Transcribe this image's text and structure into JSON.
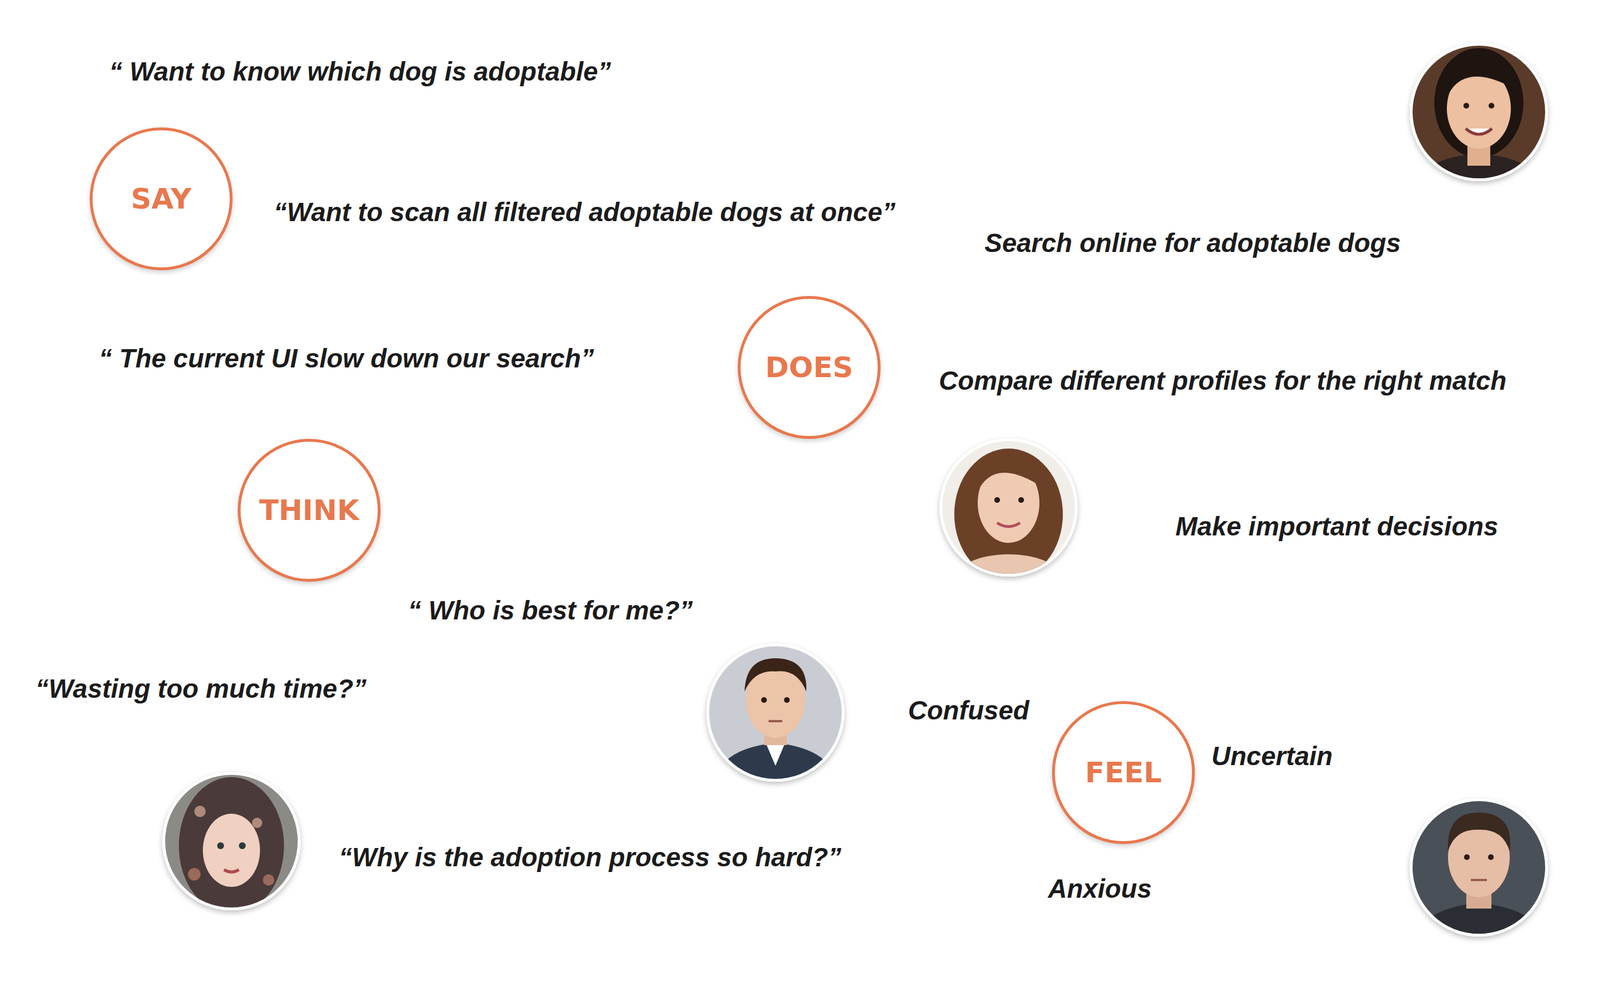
{
  "diagram": {
    "nodes": [
      {
        "text": [
          "SAY"
        ]
      },
      {
        "text": [
          "DOES"
        ]
      },
      {
        "text": [
          "THINK"
        ]
      },
      {
        "text": [
          "FEEL"
        ]
      }
    ],
    "labels": [
      "“ Want to know which dog is adoptable”",
      "“Want to scan all filtered adoptable dogs at once”",
      "Search online for adoptable dogs",
      "“ The current UI slow down our search”",
      "Compare different profiles for the right match",
      "Make important decisions",
      "“ Who is best for me?”",
      "“Wasting too much time?”",
      "Confused",
      "Uncertain",
      "“Why is the adoption process so hard?”",
      "Anxious"
    ]
  }
}
